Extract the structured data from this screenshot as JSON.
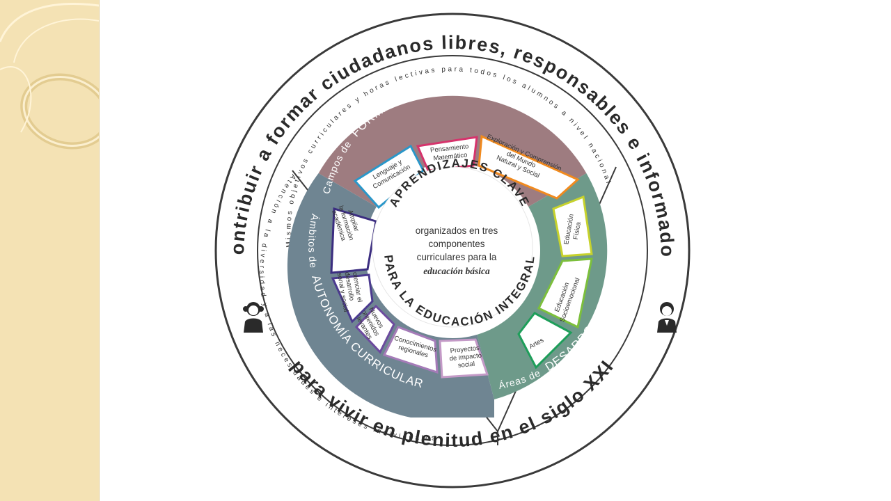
{
  "outer_ring": {
    "top": "Contribuir a formar ciudadanos libres, responsables e informados",
    "bottom": "para vivir en plenitud en el siglo XXI"
  },
  "middle_ring": {
    "top": "Mismos objetivos curriculares y horas lectivas para todos los alumnos a nivel nacional",
    "left": "Atención a la diversidad y a las necesidades e intereses individuales"
  },
  "bands": {
    "academica": {
      "prefix": "Campos de",
      "title": "FORMACIÓN ACADÉMICA",
      "color": "#9e7c80"
    },
    "desarrollo": {
      "prefix": "Áreas de",
      "title": "DESARROLLO PERSONAL Y SOCIAL",
      "color": "#6e9a8a"
    },
    "autonomia": {
      "prefix": "Ámbitos de",
      "title": "AUTONOMÍA CURRICULAR",
      "color": "#6f8592"
    }
  },
  "cells": {
    "lenguaje": {
      "line1": "Lenguaje y",
      "line2": "Comunicación",
      "color": "#2a97c9"
    },
    "pensamiento": {
      "line1": "Pensamiento",
      "line2": "Matemático",
      "color": "#d6336c"
    },
    "exploracion": {
      "line1": "Exploración y Comprensión",
      "line2": "del Mundo",
      "line3": "Natural y Social",
      "color": "#f08a1f"
    },
    "fisica": {
      "line1": "Educación",
      "line2": "Física",
      "color": "#c7d22c"
    },
    "socioemocional": {
      "line1": "Educación",
      "line2": "Socioemocional",
      "color": "#7cbf3c"
    },
    "artes": {
      "line1": "Artes",
      "color": "#1e9e5a"
    },
    "proyectos": {
      "line1": "Proyectos",
      "line2": "de impacto",
      "line3": "social",
      "color": "#c49ac7"
    },
    "regionales": {
      "line1": "Conocimientos",
      "line2": "regionales",
      "color": "#a57bb8"
    },
    "nuevos": {
      "line1": "Nuevos",
      "line2": "contenidos",
      "line3": "relevantes",
      "color": "#6c4a9e"
    },
    "potenciar": {
      "line1": "Potenciar el",
      "line2": "desarrollo",
      "line3": "personal y social",
      "color": "#4b3a8f"
    },
    "ampliar": {
      "line1": "Ampliar",
      "line2": "la formación",
      "line3": "académica",
      "color": "#3b2d80"
    }
  },
  "center": {
    "arc_top": "APRENDIZAJES CLAVE",
    "arc_bottom": "PARA LA EDUCACIÓN INTEGRAL",
    "line1": "organizados en tres",
    "line2": "componentes",
    "line3": "curriculares para la",
    "line4": "educación básica"
  },
  "icons": {
    "left": "student-girl-icon",
    "right": "student-boy-icon"
  }
}
